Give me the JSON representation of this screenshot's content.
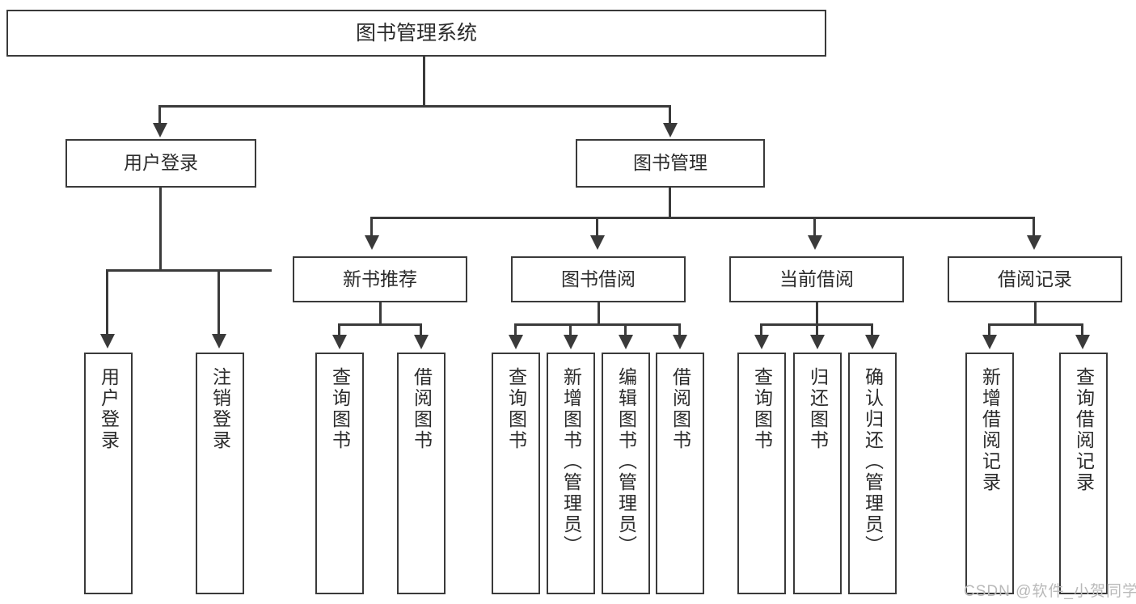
{
  "diagram": {
    "type": "tree-hierarchy-chart",
    "title": "图书管理系统",
    "root": {
      "label": "图书管理系统"
    },
    "level2": [
      {
        "label": "用户登录"
      },
      {
        "label": "图书管理"
      }
    ],
    "level3": [
      {
        "label": "新书推荐"
      },
      {
        "label": "图书借阅"
      },
      {
        "label": "当前借阅"
      },
      {
        "label": "借阅记录"
      }
    ],
    "leaves": {
      "user_login": [
        {
          "label": "用户登录"
        },
        {
          "label": "注销登录"
        }
      ],
      "new_book_recommend": [
        {
          "label": "查询图书"
        },
        {
          "label": "借阅图书"
        }
      ],
      "book_borrow": [
        {
          "label": "查询图书"
        },
        {
          "label": "新增图书（管理员）"
        },
        {
          "label": "编辑图书（管理员）"
        },
        {
          "label": "借阅图书"
        }
      ],
      "current_borrow": [
        {
          "label": "查询图书"
        },
        {
          "label": "归还图书"
        },
        {
          "label": "确认归还（管理员）"
        }
      ],
      "borrow_record": [
        {
          "label": "新增借阅记录"
        },
        {
          "label": "查询借阅记录"
        }
      ]
    }
  },
  "watermark": {
    "text": "CSDN @软件_小贺同学"
  },
  "colors": {
    "stroke": "#3a3a3a",
    "background": "#ffffff",
    "text": "#2b2b2b",
    "watermark": "#b9b9b9"
  }
}
